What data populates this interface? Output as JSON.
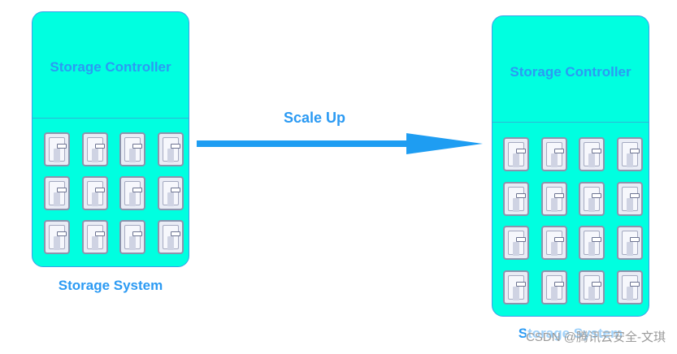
{
  "diagram": {
    "left_system": {
      "controller_label": "Storage Controller",
      "system_label": "Storage System",
      "disk_rows": 3,
      "disk_cols": 4
    },
    "arrow_label": "Scale Up",
    "right_system": {
      "controller_label": "Storage Controller",
      "system_label": "Storage System",
      "disk_rows": 4,
      "disk_cols": 4
    },
    "colors": {
      "box_fill": "#00ffe0",
      "box_border": "#3aa0e8",
      "text": "#2b9af3",
      "arrow": "#1e9df2"
    },
    "icons": [
      "hard-disk-icon",
      "arrow-right-icon"
    ],
    "watermark": "CSDN @腾讯云安全-文琪"
  }
}
